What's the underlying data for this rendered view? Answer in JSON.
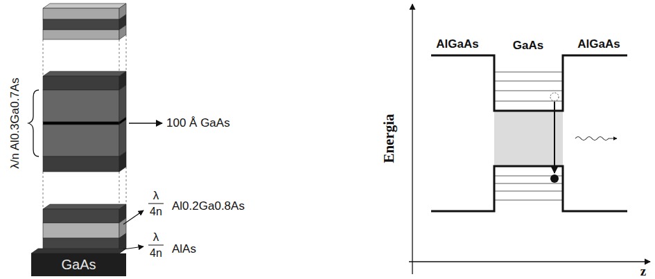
{
  "diagram": {
    "nodes": [
      {
        "text": [
          "GaAs"
        ]
      }
    ],
    "labels": [
      "λ/n Al0.3Ga0.7As",
      "100 Å GaAs",
      "λ",
      "4n",
      "Al0.2Ga0.8As",
      "λ",
      "4n",
      "AlAs",
      "AlGaAs",
      "GaAs",
      "AlGaAs",
      "Energia",
      "z"
    ]
  }
}
